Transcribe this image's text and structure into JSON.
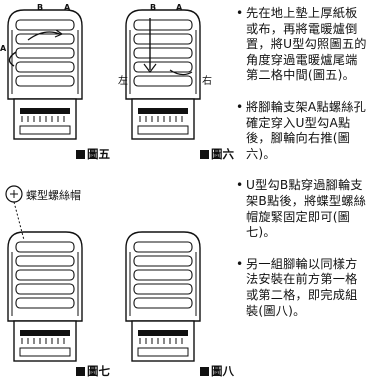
{
  "figures": {
    "fig5": {
      "caption": "圖五",
      "label_a_top": "A",
      "label_b_top": "B",
      "label_a_side": "A"
    },
    "fig6": {
      "caption": "圖六",
      "label_a_top": "A",
      "label_b_top": "B",
      "label_left": "左",
      "label_right": "右"
    },
    "fig7": {
      "caption": "圖七",
      "nut_label": "蝶型螺絲帽"
    },
    "fig8": {
      "caption": "圖八"
    }
  },
  "instructions": [
    {
      "bullet": "•",
      "text": "先在地上墊上厚紙板或布，再將電暖爐倒置，將U型勾照圖五的角度穿過電暖爐尾端第二格中間(圖五)。"
    },
    {
      "bullet": "•",
      "text": "將腳輪支架A點螺絲孔確定穿入U型勾A點後，腳輪向右推(圖六)。"
    },
    {
      "bullet": "•",
      "text": "U型勾B點穿過腳輪支架B點後，將蝶型螺絲帽旋緊固定即可(圖七)。"
    },
    {
      "bullet": "•",
      "text": "另一組腳輪以同樣方法安裝在前方第一格或第二格，即完成組裝(圖八)。"
    }
  ]
}
